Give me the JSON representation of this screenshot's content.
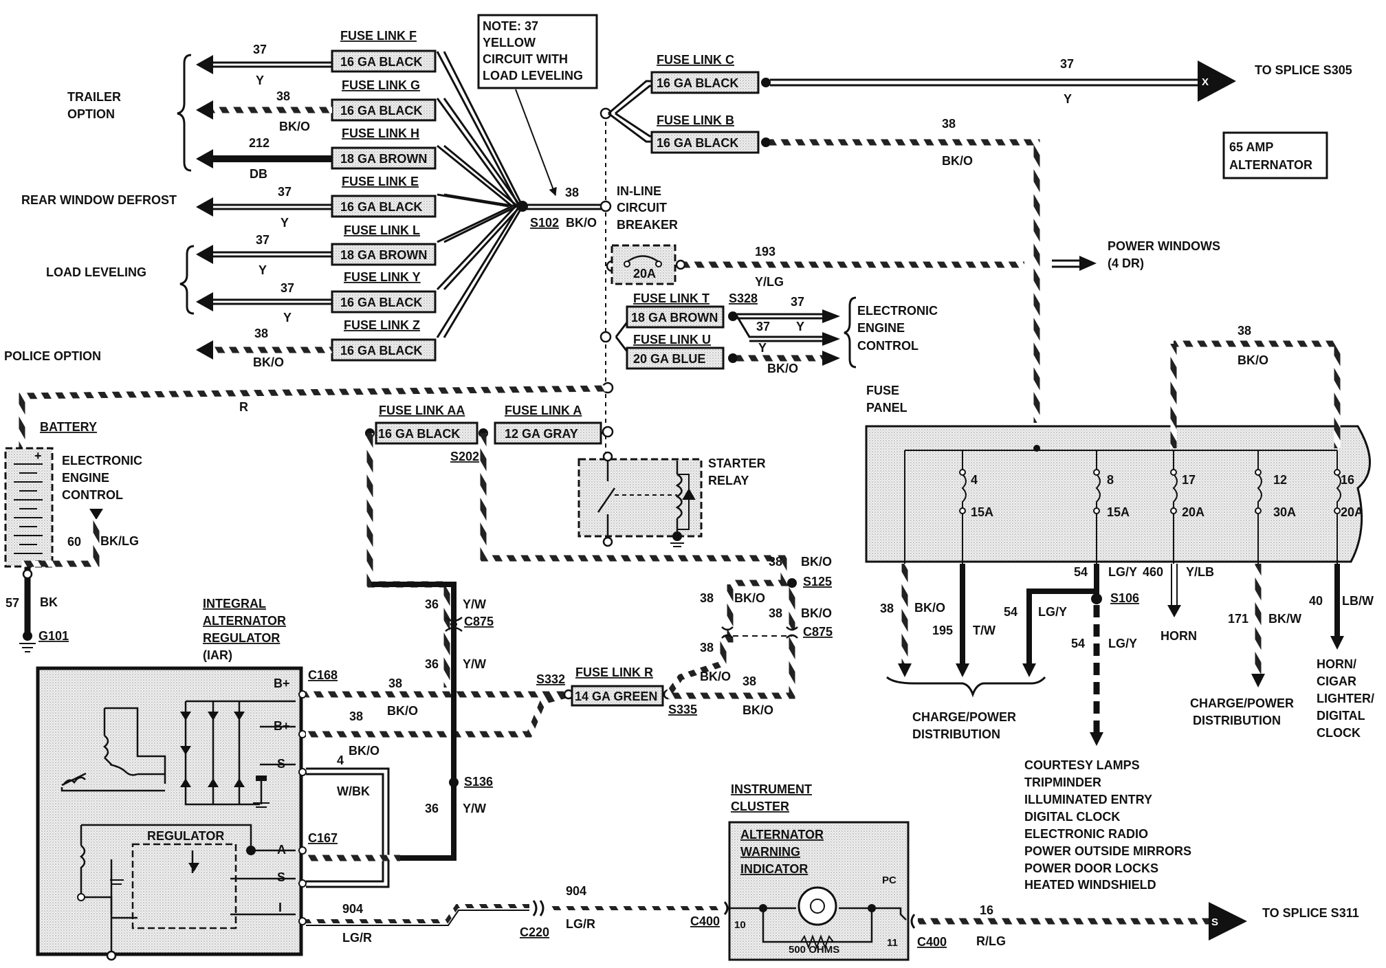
{
  "diagram": {
    "note": [
      "NOTE: 37",
      "YELLOW",
      "CIRCUIT WITH",
      "LOAD LEVELING"
    ],
    "alternator_rating": [
      "65 AMP",
      "ALTERNATOR"
    ],
    "fuse_links_left": [
      {
        "name": "FUSE LINK F",
        "gauge": "16 GA BLACK",
        "circuit": "37",
        "color": "Y"
      },
      {
        "name": "FUSE LINK G",
        "gauge": "16 GA BLACK",
        "circuit": "38",
        "color": "BK/O"
      },
      {
        "name": "FUSE LINK H",
        "gauge": "18 GA BROWN",
        "circuit": "212",
        "color": "DB"
      },
      {
        "name": "FUSE LINK E",
        "gauge": "16 GA BLACK",
        "circuit": "37",
        "color": "Y"
      },
      {
        "name": "FUSE LINK L",
        "gauge": "18 GA BROWN",
        "circuit": "37",
        "color": "Y"
      },
      {
        "name": "FUSE LINK Y",
        "gauge": "16 GA BLACK",
        "circuit": "37",
        "color": "Y"
      },
      {
        "name": "FUSE LINK Z",
        "gauge": "16 GA BLACK",
        "circuit": "38",
        "color": "BK/O"
      }
    ],
    "left_labels": {
      "trailer": [
        "TRAILER",
        "OPTION"
      ],
      "rear_defrost": "REAR WINDOW DEFROST",
      "load_leveling": "LOAD LEVELING",
      "police": "POLICE OPTION"
    },
    "splice_s102": {
      "name": "S102",
      "circuit": "38",
      "color": "BK/O"
    },
    "fuse_link_c": {
      "name": "FUSE LINK C",
      "gauge": "16 GA BLACK",
      "circuit": "37",
      "color": "Y",
      "dest": "TO SPLICE S305",
      "marker": "X"
    },
    "fuse_link_b": {
      "name": "FUSE LINK B",
      "gauge": "16 GA BLACK",
      "circuit": "38",
      "color": "BK/O"
    },
    "breaker": {
      "label": [
        "IN-LINE",
        "CIRCUIT",
        "BREAKER"
      ],
      "rating": "20A",
      "circuit": "193",
      "color": "Y/LG",
      "dest": [
        "POWER WINDOWS",
        "(4 DR)"
      ]
    },
    "eec_links": {
      "t": {
        "name": "FUSE LINK T",
        "gauge": "18 GA BROWN"
      },
      "u": {
        "name": "FUSE LINK U",
        "gauge": "20 GA BLUE"
      },
      "splice": "S328",
      "c37a": "37",
      "c37b": "37",
      "ya": "Y",
      "yb": "Y",
      "bko": "BK/O",
      "dest": [
        "ELECTRONIC",
        "ENGINE",
        "CONTROL"
      ]
    },
    "battery": {
      "label": "BATTERY",
      "wire": "R",
      "eec": [
        "ELECTRONIC",
        "ENGINE",
        "CONTROL"
      ],
      "c60": "60",
      "c60color": "BK/LG",
      "c57": "57",
      "c57color": "BK",
      "ground": "G101",
      "plus": "+",
      "minus": "−"
    },
    "fuse_link_aa": {
      "name": "FUSE LINK AA",
      "gauge": "16 GA BLACK"
    },
    "fuse_link_a": {
      "name": "FUSE LINK A",
      "gauge": "12 GA GRAY"
    },
    "s202": "S202",
    "starter_relay": [
      "STARTER",
      "RELAY"
    ],
    "iar": {
      "title": [
        "INTEGRAL",
        "ALTERNATOR",
        "REGULATOR",
        "(IAR)"
      ],
      "regulator": "REGULATOR",
      "pins": [
        "B+",
        "B+",
        "S",
        "A",
        "S",
        "I"
      ]
    },
    "wires_mid": {
      "c36": "36",
      "yw": "Y/W",
      "c875": "C875",
      "s136": "S136",
      "c168": "C168",
      "c167": "C167",
      "c38": "38",
      "bko": "BK/O",
      "c4": "4",
      "wbk": "W/BK",
      "s332": "S332",
      "s335": "S335",
      "s125": "S125",
      "fuse_link_r": "FUSE LINK R",
      "gauge_r": "14 GA GREEN",
      "c904": "904",
      "lgr": "LG/R",
      "c220": "C220"
    },
    "cluster": {
      "title": [
        "INSTRUMENT",
        "CLUSTER"
      ],
      "indicator": [
        "ALTERNATOR",
        "WARNING",
        "INDICATOR"
      ],
      "ohms": "500 OHMS",
      "pc": "PC",
      "pin10": "10",
      "pin11": "11",
      "c400": "C400",
      "c16": "16",
      "rlg": "R/LG",
      "dest": "TO SPLICE  S311",
      "marker": "S"
    },
    "fuse_panel": {
      "label": [
        "FUSE",
        "PANEL"
      ],
      "top_circuit": "38",
      "top_color": "BK/O",
      "fuses": [
        {
          "num": "4",
          "amp": "15A"
        },
        {
          "num": "8",
          "amp": "15A"
        },
        {
          "num": "17",
          "amp": "20A"
        },
        {
          "num": "12",
          "amp": "30A"
        },
        {
          "num": "16",
          "amp": "20A"
        }
      ],
      "out": {
        "c38": "38",
        "bko": "BK/O",
        "c195": "195",
        "tw": "T/W",
        "c54": "54",
        "lgy": "LG/Y",
        "c460": "460",
        "ylb": "Y/LB",
        "horn": "HORN",
        "c171": "171",
        "bkw": "BK/W",
        "c40": "40",
        "lbw": "LB/W",
        "s106": "S106"
      },
      "dist1": [
        "CHARGE/POWER",
        "DISTRIBUTION"
      ],
      "dist2": [
        "CHARGE/POWER",
        "DISTRIBUTION"
      ],
      "horn_lighter": [
        "HORN/",
        "CIGAR",
        "LIGHTER/",
        "DIGITAL",
        "CLOCK"
      ],
      "courtesy": [
        "COURTESY LAMPS",
        "TRIPMINDER",
        "ILLUMINATED ENTRY",
        "DIGITAL CLOCK",
        "ELECTRONIC RADIO",
        "POWER OUTSIDE MIRRORS",
        "POWER DOOR LOCKS",
        "HEATED WINDSHIELD"
      ]
    }
  }
}
